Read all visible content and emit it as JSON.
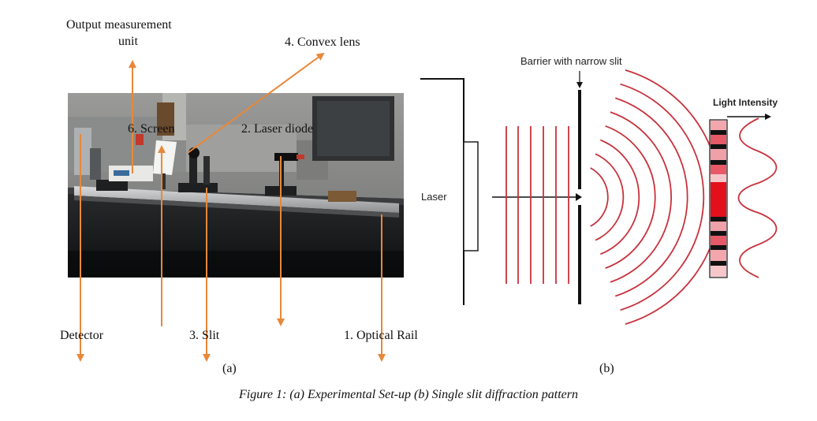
{
  "panel_a": {
    "labels": {
      "output_unit_line1": "Output measurement",
      "output_unit_line2": "unit",
      "convex_lens": "4. Convex lens",
      "screen": "6. Screen",
      "laser_diode": "2. Laser diode",
      "detector": "Detector",
      "slit": "3. Slit",
      "optical_rail": "1. Optical Rail"
    },
    "tag": "(a)",
    "annotation_color": "#e8883a"
  },
  "panel_b": {
    "labels": {
      "barrier": "Barrier with narrow slit",
      "light_intensity": "Light Intensity",
      "laser": "Laser"
    },
    "tag": "(b)",
    "wave_color": "#c8323c"
  },
  "caption": "Figure 1: (a) Experimental Set-up (b) Single slit diffraction pattern"
}
